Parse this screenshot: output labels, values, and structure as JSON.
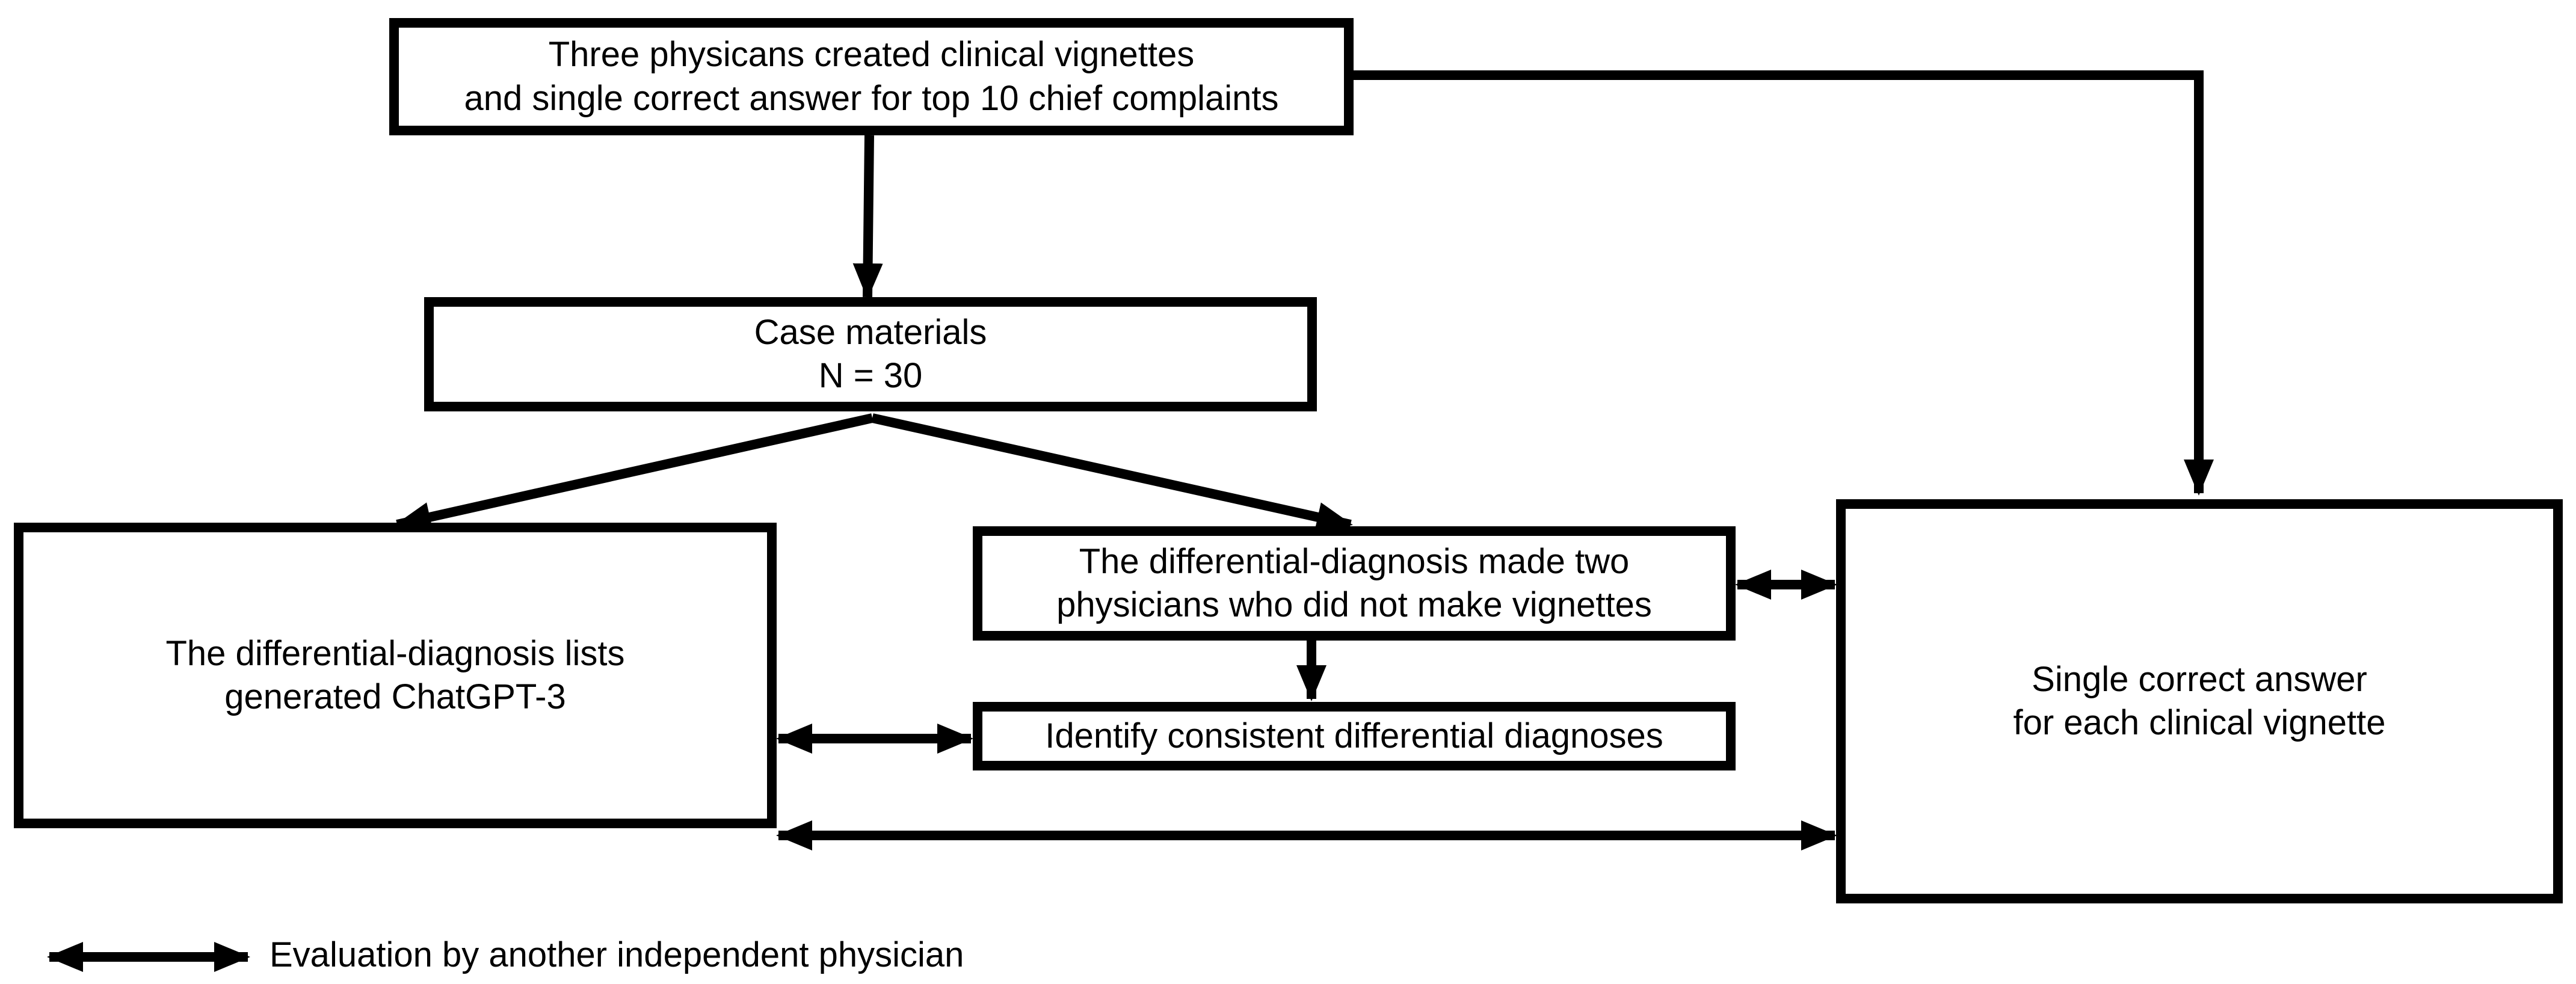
{
  "boxes": {
    "top": "Three physicans created clinical vignettes\nand single correct answer for top 10 chief complaints",
    "case_materials": "Case materials\nN = 30",
    "chatgpt_lists": "The differential-diagnosis lists\ngenerated ChatGPT-3",
    "physician_differential": "The differential-diagnosis made two\nphysicians who did not make vignettes",
    "identify_consistent": "Identify consistent differential diagnoses",
    "single_correct_answer": "Single correct answer\nfor each clinical vignette"
  },
  "legend": {
    "symbol": "double-headed-arrow",
    "text": "Evaluation by another independent physician"
  },
  "colors": {
    "stroke": "#000000",
    "background": "#ffffff"
  }
}
